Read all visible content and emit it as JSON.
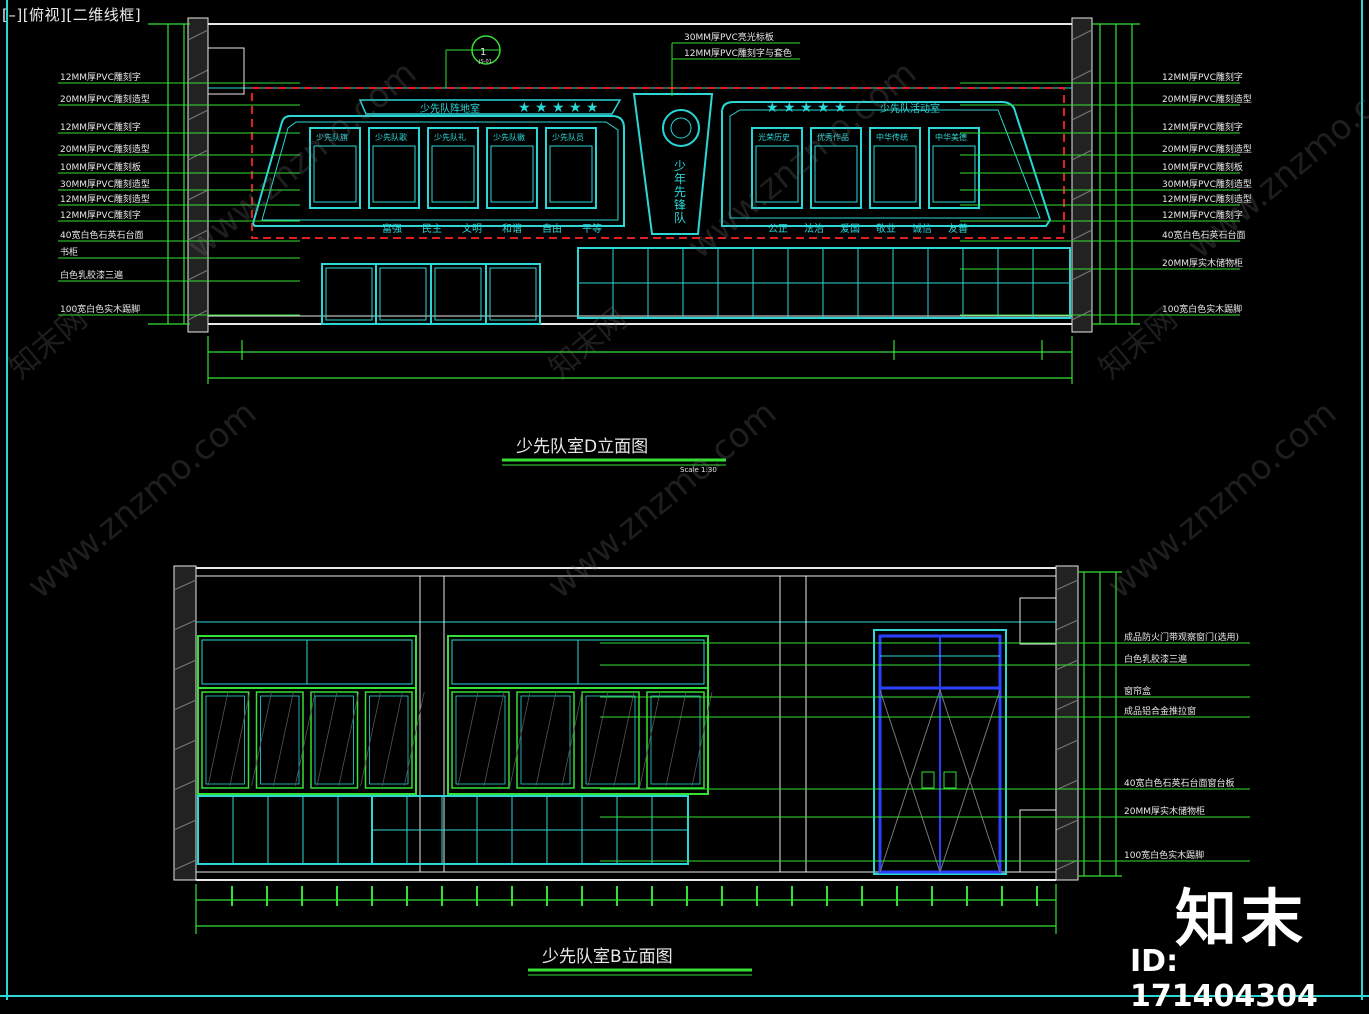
{
  "viewport": {
    "label": "[–][俯视][二维线框]"
  },
  "drawing_d": {
    "title": "少先队室D立面图",
    "scale": "Scale 1:30",
    "callout_number": "1",
    "callout_sub": "JS-01",
    "top_notes": [
      "30MM厚PVC亮光标板",
      "12MM厚PVC雕刻字与套色"
    ],
    "left_notes": [
      "12MM厚PVC雕刻字",
      "20MM厚PVC雕刻造型",
      "12MM厚PVC雕刻字",
      "20MM厚PVC雕刻造型",
      "10MM厚PVC雕刻板",
      "30MM厚PVC雕刻造型",
      "12MM厚PVC雕刻造型",
      "12MM厚PVC雕刻字",
      "40宽白色石英石台面",
      "书柜",
      "白色乳胶漆三遍",
      "100宽白色实木踢脚"
    ],
    "right_notes": [
      "12MM厚PVC雕刻字",
      "20MM厚PVC雕刻造型",
      "12MM厚PVC雕刻字",
      "20MM厚PVC雕刻造型",
      "10MM厚PVC雕刻板",
      "30MM厚PVC雕刻造型",
      "12MM厚PVC雕刻造型",
      "12MM厚PVC雕刻字",
      "40宽白色石英石台面",
      "20MM厚实木储物柜",
      "100宽白色实木踢脚"
    ],
    "left_banner": "少先队阵地室",
    "right_banner": "少先队活动室",
    "left_panels": [
      "少先队旗",
      "少先队歌",
      "少先队礼",
      "少先队徽",
      "少先队员"
    ],
    "right_panels": [
      "光荣历史",
      "优秀作品",
      "中华传统",
      "中华美德"
    ],
    "left_words": [
      "富强",
      "民主",
      "文明",
      "和谐",
      "自由",
      "平等"
    ],
    "right_words": [
      "公正",
      "法治",
      "爱国",
      "敬业",
      "诚信",
      "友善"
    ],
    "center_emblem": "少年先锋队"
  },
  "drawing_b": {
    "title": "少先队室B立面图",
    "right_notes": [
      "成品防火门带观察窗门(选用)",
      "白色乳胶漆三遍",
      "窗帘盒",
      "成品铝合金推拉窗",
      "40宽白色石英石台面窗台板",
      "20MM厚实木储物柜",
      "100宽白色实木踢脚"
    ]
  },
  "watermarks": [
    "www.znzmo.com",
    "知末网"
  ],
  "brand": {
    "logo_text": "知末",
    "id_label": "ID: 171404304"
  },
  "colors": {
    "green": "#35e035",
    "cyan": "#2bd6d6",
    "blue": "#2a3fff",
    "red": "#e02020",
    "white": "#e8e8e8"
  }
}
